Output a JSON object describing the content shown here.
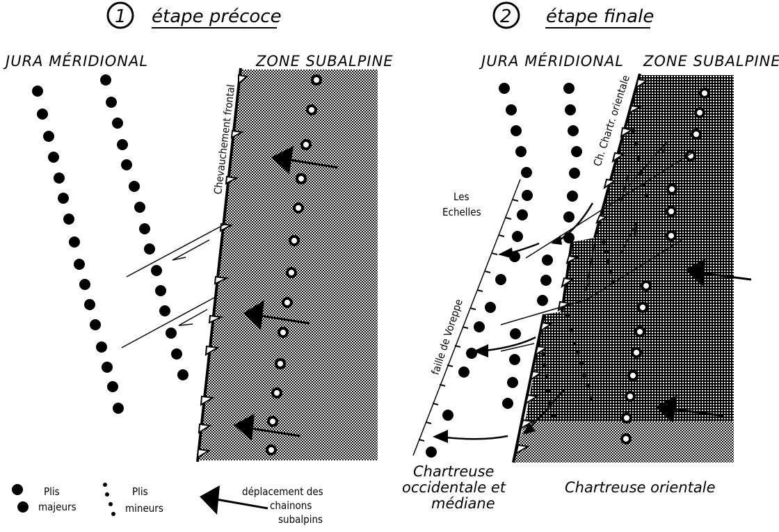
{
  "panels": [
    {
      "number": "1",
      "title": "étape précoce",
      "left_region": "JURA MÉRIDIONAL",
      "right_region": "ZONE SUBALPINE",
      "thrust_label": "Chevauchement frontal"
    },
    {
      "number": "2",
      "title": "étape finale",
      "left_region": "JURA MÉRIDIONAL",
      "right_region": "ZONE SUBALPINE",
      "thrust_label": "Ch. Chartr. orientale",
      "fault_label": "faille de Voreppe",
      "place_label_line1": "Les",
      "place_label_line2": "Echelles",
      "bottom_left_line1": "Chartreuse",
      "bottom_left_line2": "occidentale et",
      "bottom_left_line3": "médiane",
      "bottom_right": "Chartreuse orientale"
    }
  ],
  "legend": {
    "major_folds_line1": "Plis",
    "major_folds_line2": "majeurs",
    "minor_folds_line1": "Plis",
    "minor_folds_line2": "mineurs",
    "displacement_line1": "déplacement des",
    "displacement_line2": "chainons",
    "displacement_line3": "subalpins"
  },
  "colors": {
    "ink": "#000000",
    "paper": "#ffffff"
  }
}
